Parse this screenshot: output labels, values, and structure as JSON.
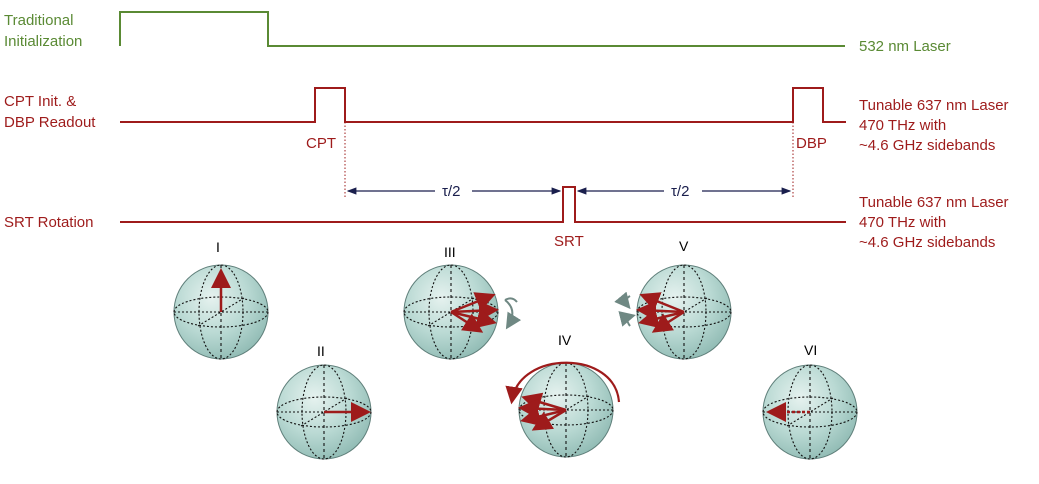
{
  "colors": {
    "green": "#5a8a34",
    "red": "#9e1b1b",
    "navy": "#1a1f4d",
    "sphere_fill": "#b9d9d3",
    "sphere_edge": "#5f7f7a",
    "grey_arrow": "#6f8883"
  },
  "timing": {
    "traditional": {
      "label_line1": "Traditional",
      "label_line2": "Initialization",
      "right_label": "532 nm Laser"
    },
    "cpt_dbp": {
      "label_line1": "CPT Init. &",
      "label_line2": "DBP Readout",
      "pulse1_label": "CPT",
      "pulse2_label": "DBP",
      "right_line1": "Tunable 637 nm Laser",
      "right_line2": "470 THz with",
      "right_line3": "~4.6 GHz sidebands"
    },
    "srt": {
      "label": "SRT Rotation",
      "pulse_label": "SRT",
      "tau_left": "τ/2",
      "tau_right": "τ/2",
      "right_line1": "Tunable 637 nm Laser",
      "right_line2": "470 THz with",
      "right_line3": "~4.6 GHz sidebands"
    }
  },
  "spheres": [
    {
      "label": "I",
      "icon": "bloch-sphere-up-icon"
    },
    {
      "label": "II",
      "icon": "bloch-sphere-equator-icon"
    },
    {
      "label": "III",
      "icon": "bloch-sphere-spread-icon"
    },
    {
      "label": "IV",
      "icon": "bloch-sphere-flip-icon"
    },
    {
      "label": "V",
      "icon": "bloch-sphere-refocus-icon"
    },
    {
      "label": "VI",
      "icon": "bloch-sphere-echo-icon"
    }
  ]
}
